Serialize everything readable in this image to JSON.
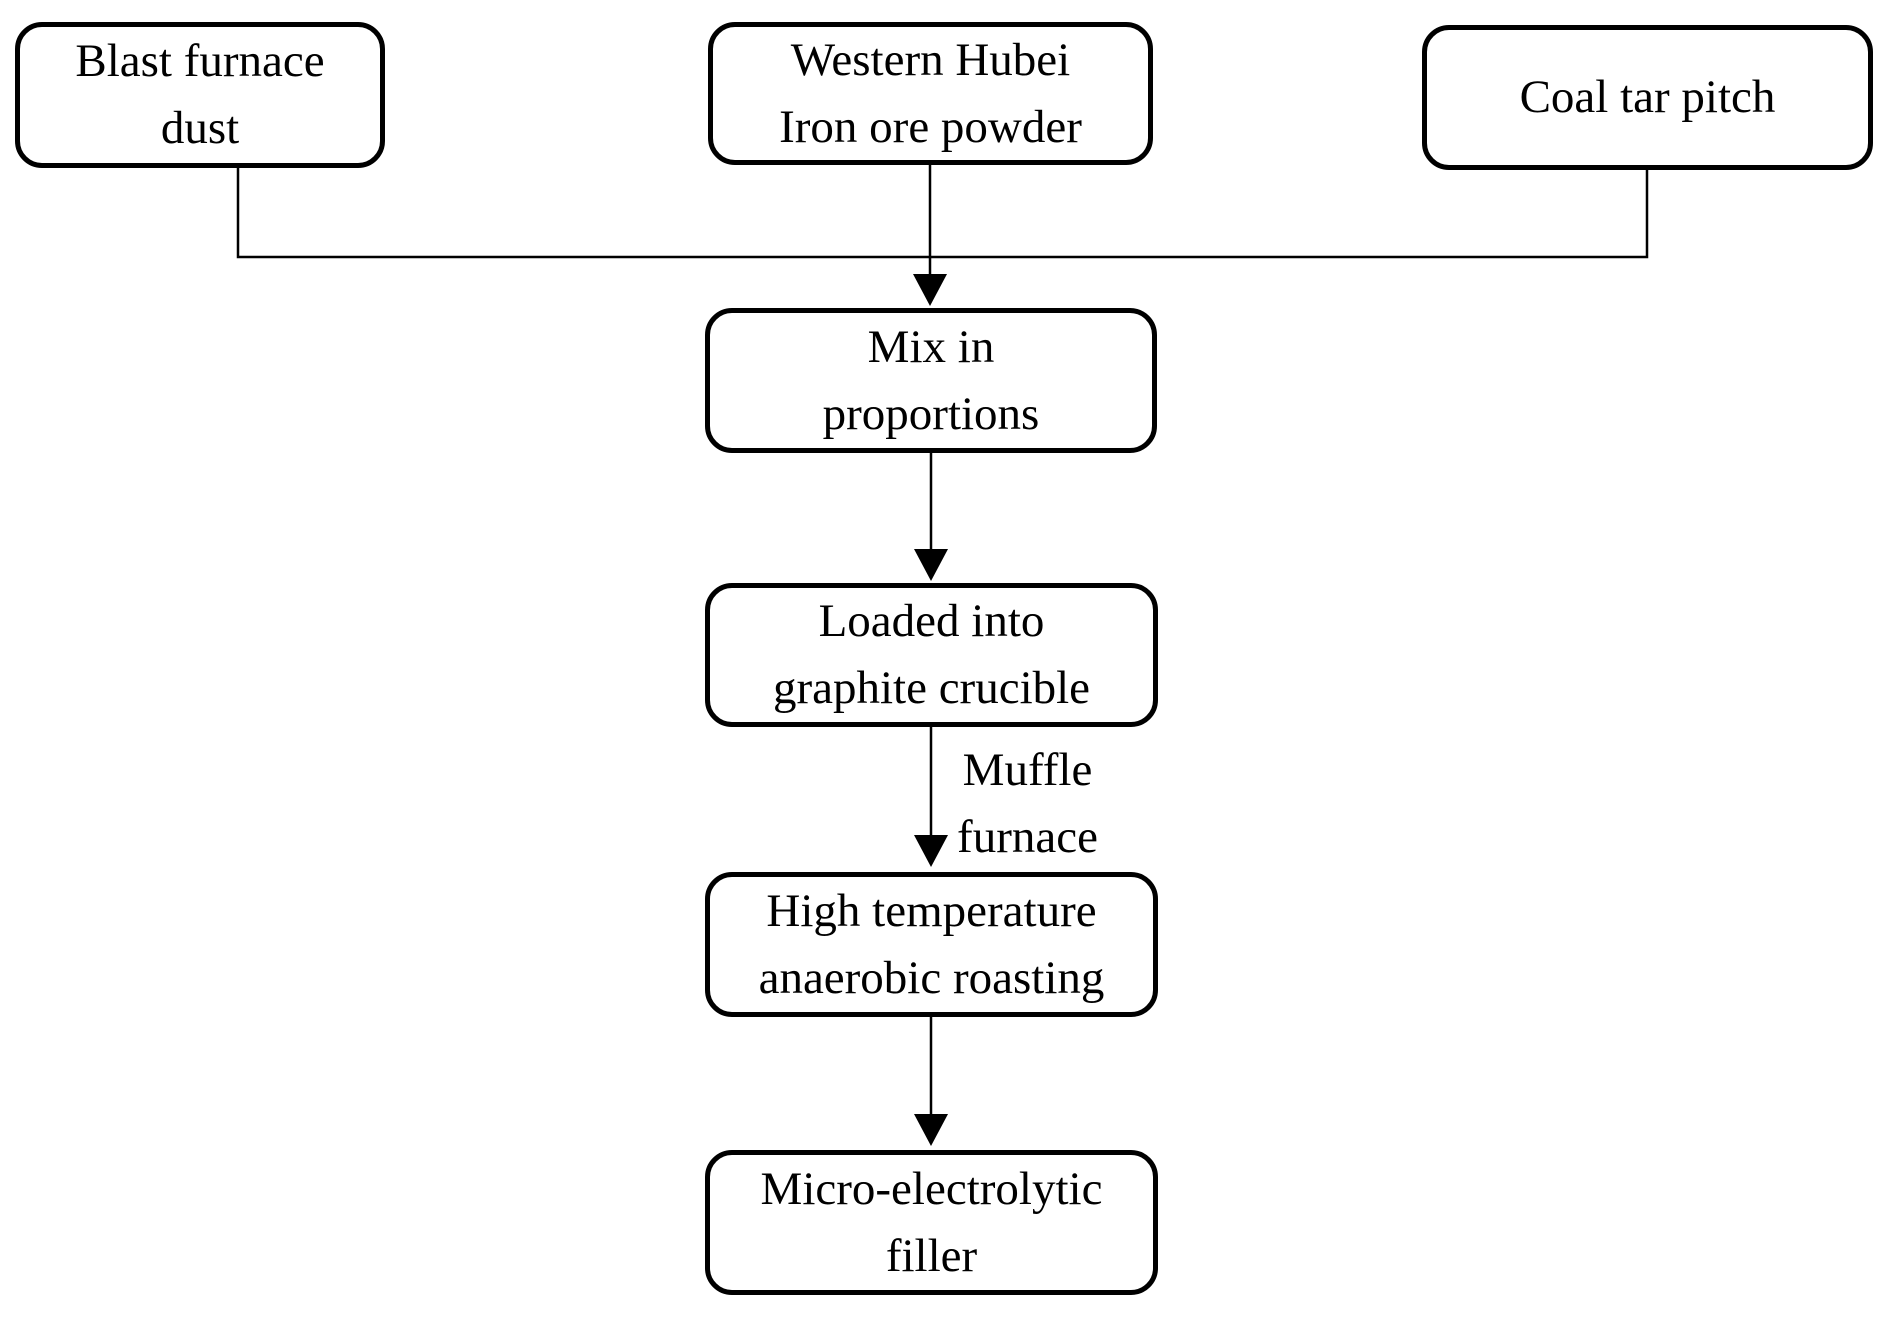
{
  "diagram": {
    "type": "flowchart",
    "colors": {
      "stroke": "#000000",
      "background": "#ffffff",
      "text": "#000000"
    },
    "nodes": {
      "blast_furnace_dust": {
        "label": "Blast furnace\ndust"
      },
      "iron_ore_powder": {
        "label": "Western Hubei\nIron ore powder"
      },
      "coal_tar_pitch": {
        "label": "Coal tar pitch"
      },
      "mix_in_proportions": {
        "label": "Mix in\nproportions"
      },
      "graphite_crucible": {
        "label": "Loaded into\ngraphite crucible"
      },
      "anaerobic_roasting": {
        "label": "High temperature\nanaerobic roasting"
      },
      "micro_electrolytic_filler": {
        "label": "Micro-electrolytic\nfiller"
      }
    },
    "edges": [
      {
        "from": "blast_furnace_dust",
        "to": "mix_in_proportions",
        "label": ""
      },
      {
        "from": "iron_ore_powder",
        "to": "mix_in_proportions",
        "label": ""
      },
      {
        "from": "coal_tar_pitch",
        "to": "mix_in_proportions",
        "label": ""
      },
      {
        "from": "mix_in_proportions",
        "to": "graphite_crucible",
        "label": ""
      },
      {
        "from": "graphite_crucible",
        "to": "anaerobic_roasting",
        "label": "Muffle\nfurnace"
      },
      {
        "from": "anaerobic_roasting",
        "to": "micro_electrolytic_filler",
        "label": ""
      }
    ]
  }
}
